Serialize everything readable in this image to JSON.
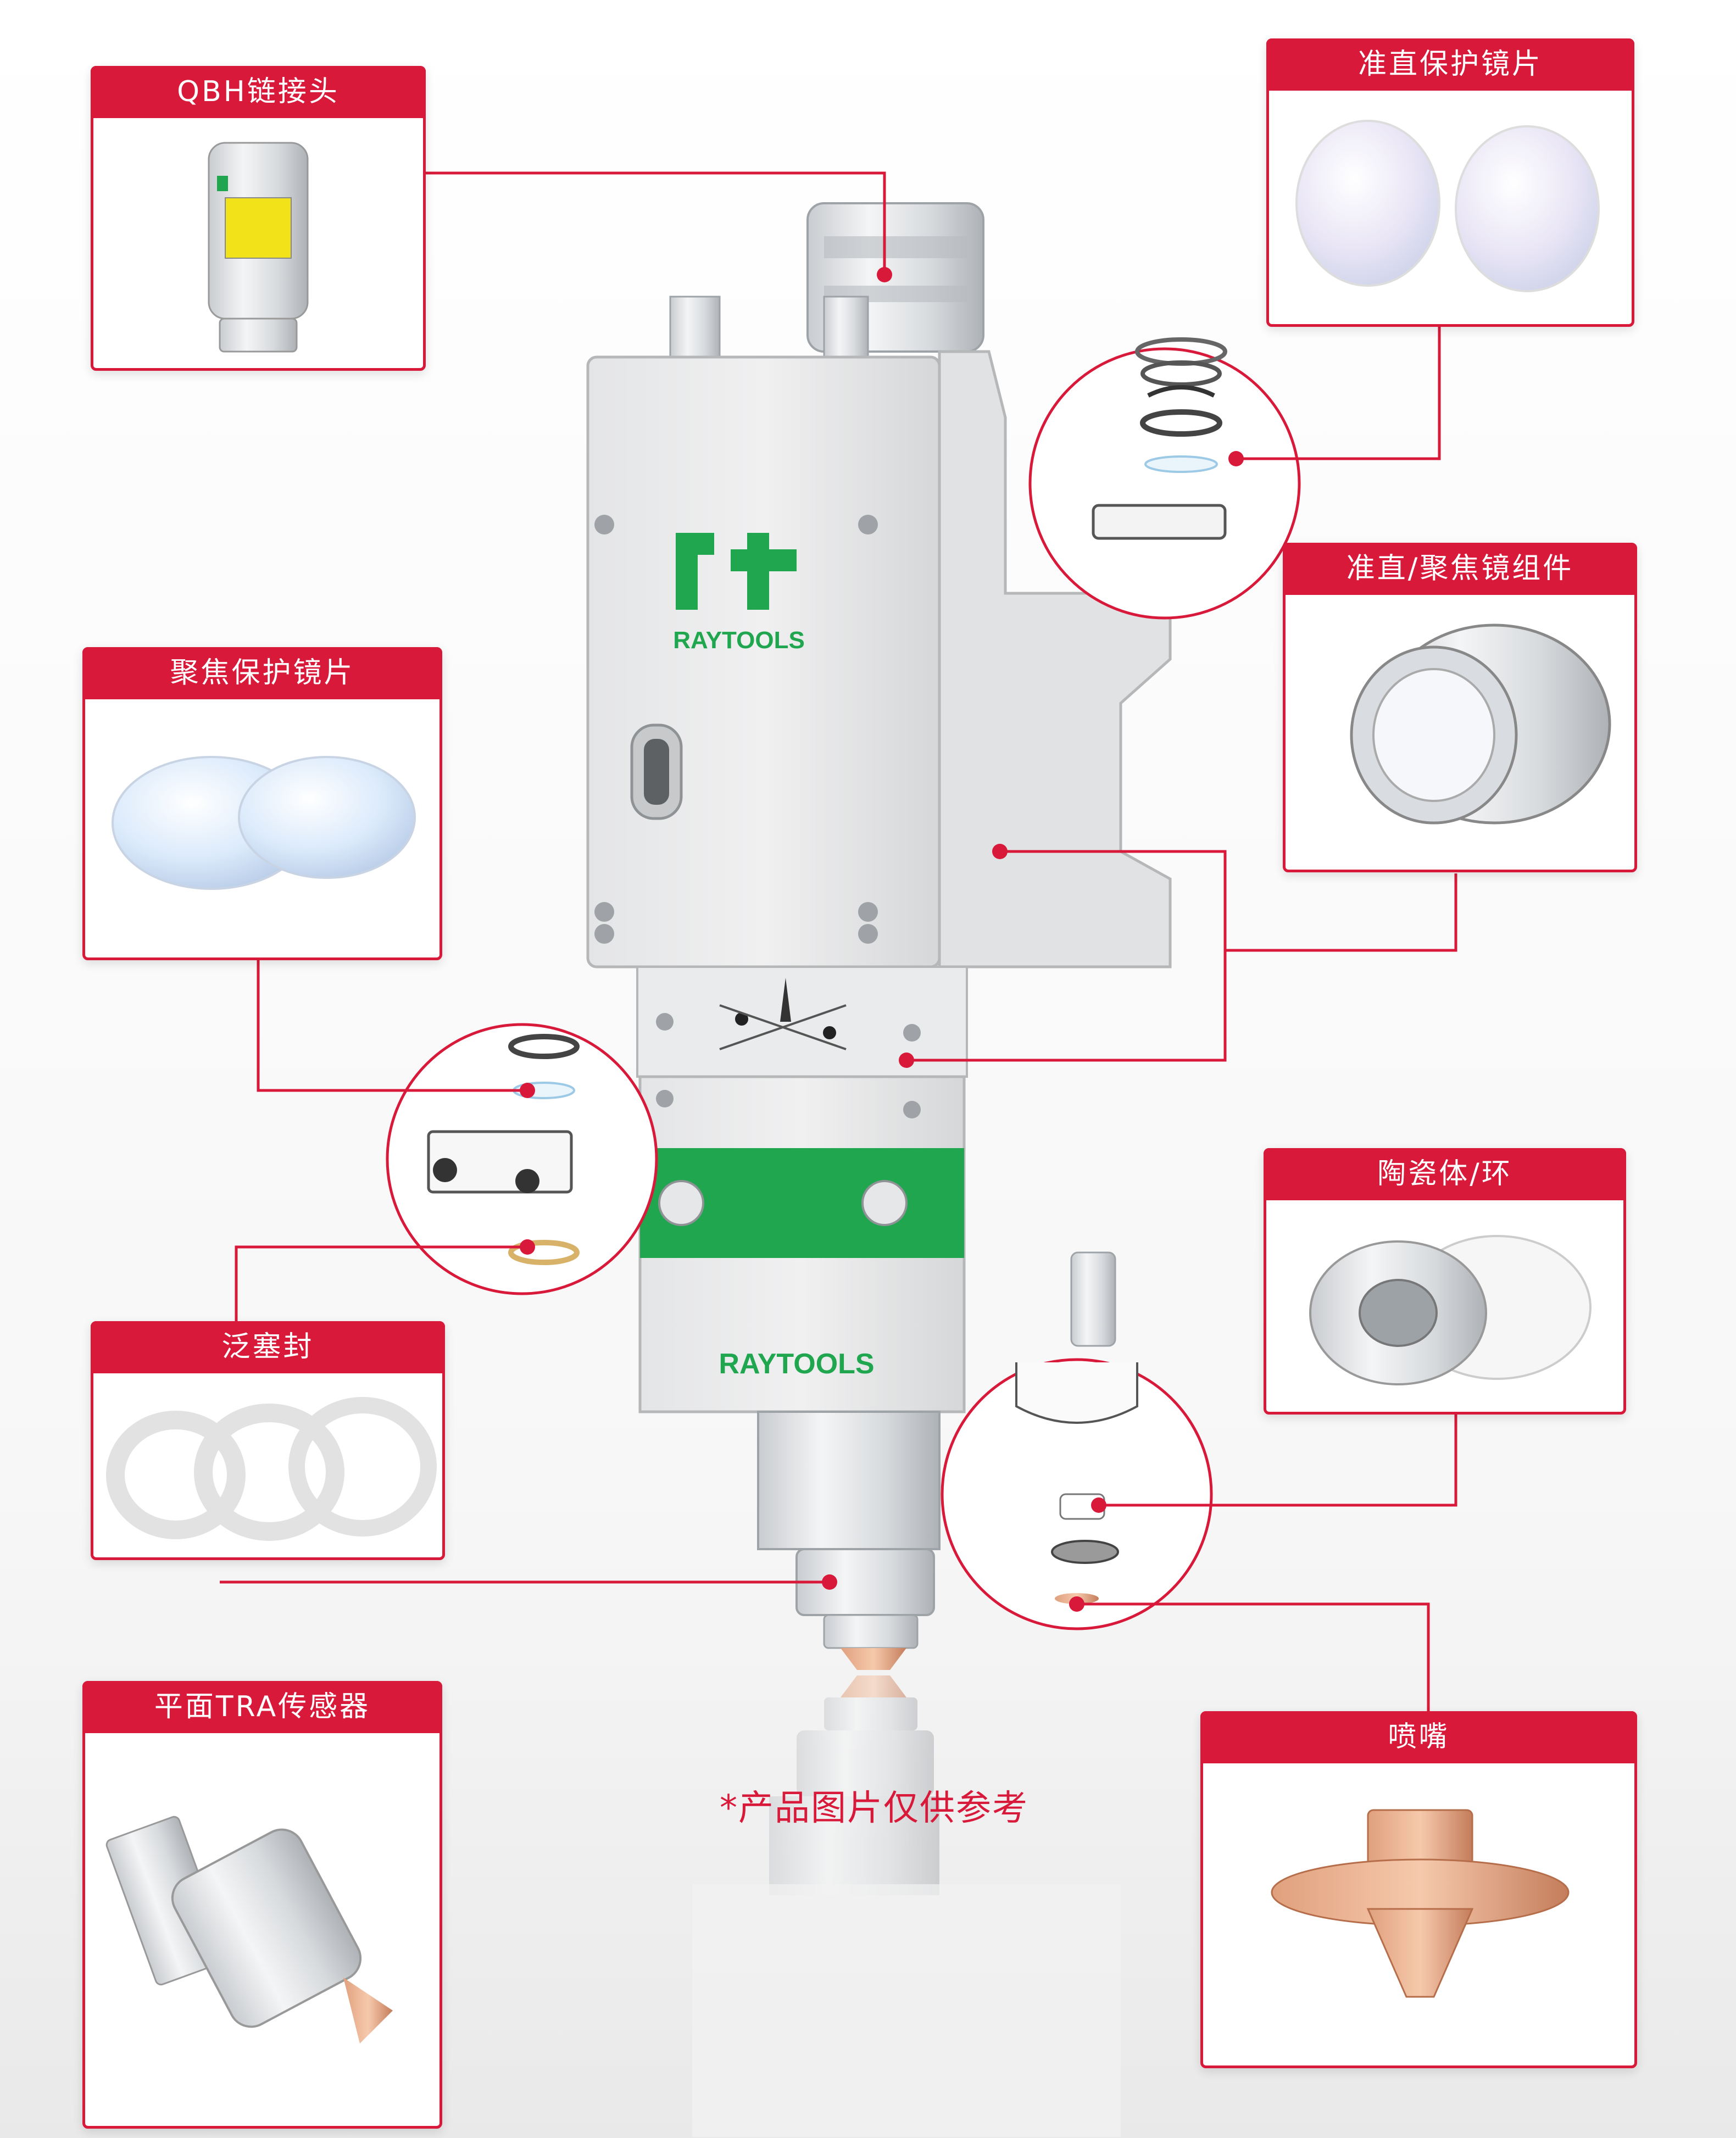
{
  "brand": {
    "logo_text": "RAYTOOLS",
    "green": "#1fa64f",
    "red": "#d8193a"
  },
  "callouts": [
    {
      "id": "qbh",
      "label": "QBH链接头"
    },
    {
      "id": "collimator-lens",
      "label": "准直保护镜片"
    },
    {
      "id": "focus-protect-lens",
      "label": "聚焦保护镜片"
    },
    {
      "id": "lens-assembly",
      "label": "准直/聚焦镜组件"
    },
    {
      "id": "ceramic",
      "label": "陶瓷体/环"
    },
    {
      "id": "seal",
      "label": "泛塞封"
    },
    {
      "id": "tra-sensor",
      "label": "平面TRA传感器"
    },
    {
      "id": "nozzle",
      "label": "喷嘴"
    }
  ],
  "footnote": "*产品图片仅供参考"
}
